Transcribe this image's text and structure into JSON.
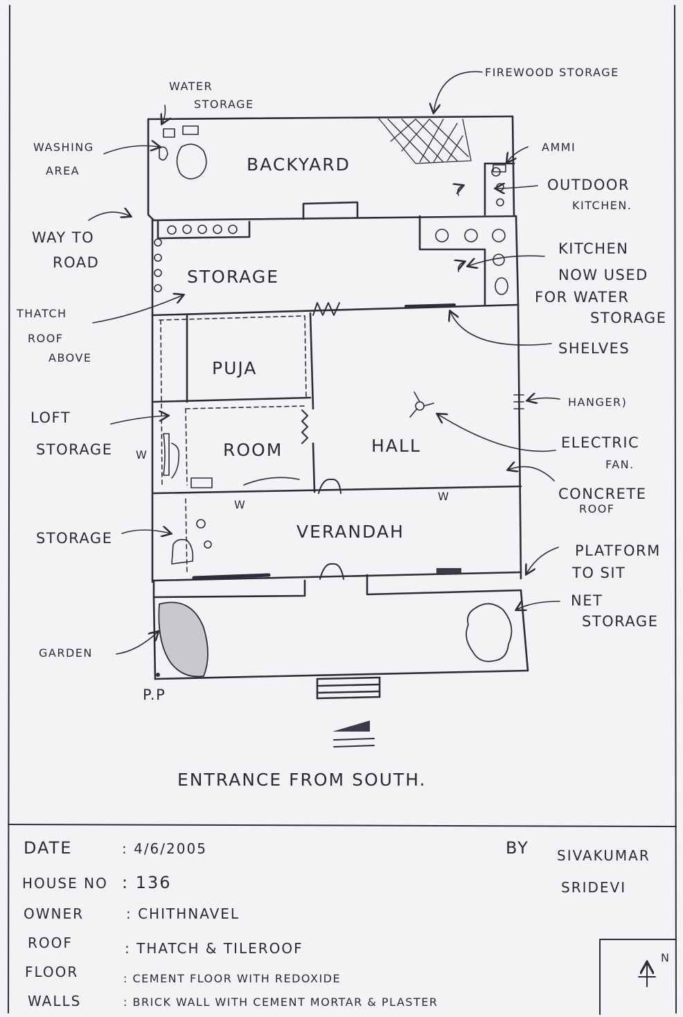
{
  "plan": {
    "rooms": {
      "backyard": "BACKYARD",
      "storage": "STORAGE",
      "puja": "PUJA",
      "room": "ROOM",
      "hall": "HALL",
      "verandah": "VERANDAH"
    },
    "labels": {
      "water_storage_1": "WATER",
      "water_storage_2": "STORAGE",
      "firewood_storage": "FIREWOOD STORAGE",
      "washing_area_1": "WASHING",
      "washing_area_2": "AREA",
      "ammi": "AMMI",
      "outdoor_kitchen_1": "OUTDOOR",
      "outdoor_kitchen_2": "KITCHEN.",
      "way_to_road_1": "WAY TO",
      "way_to_road_2": "ROAD",
      "kitchen_1": "KITCHEN",
      "kitchen_2": "NOW USED",
      "kitchen_3": "FOR WATER",
      "kitchen_4": "STORAGE",
      "thatch_roof_1": "THATCH",
      "thatch_roof_2": "ROOF",
      "thatch_roof_3": "ABOVE",
      "shelves": "SHELVES",
      "loft_storage_1": "LOFT",
      "loft_storage_2": "STORAGE",
      "hanger": "HANGER)",
      "electric_fan_1": "ELECTRIC",
      "electric_fan_2": "FAN.",
      "concrete_roof_1": "CONCRETE",
      "concrete_roof_2": "ROOF",
      "storage_left": "STORAGE",
      "platform_1": "PLATFORM",
      "platform_2": "TO SIT",
      "net_storage_1": "NET",
      "net_storage_2": "STORAGE",
      "garden": "GARDEN",
      "pp": "P.P",
      "window_mark": "W"
    },
    "entrance": "ENTRANCE FROM SOUTH."
  },
  "info": {
    "date_label": "DATE",
    "date_value": ": 4/6/2005",
    "house_label": "HOUSE NO",
    "house_value": ": 136",
    "owner_label": "OWNER",
    "owner_value": ": CHITHNAVEL",
    "roof_label": "ROOF",
    "roof_value": ": THATCH & TILEROOF",
    "floor_label": "FLOOR",
    "floor_value": ": CEMENT FLOOR WITH REDOXIDE",
    "walls_label": "WALLS",
    "walls_value": ": BRICK WALL WITH CEMENT MORTAR & PLASTER",
    "by_label": "BY",
    "author_1": "SIVAKUMAR",
    "author_2": "SRIDEVI",
    "north": "N"
  }
}
